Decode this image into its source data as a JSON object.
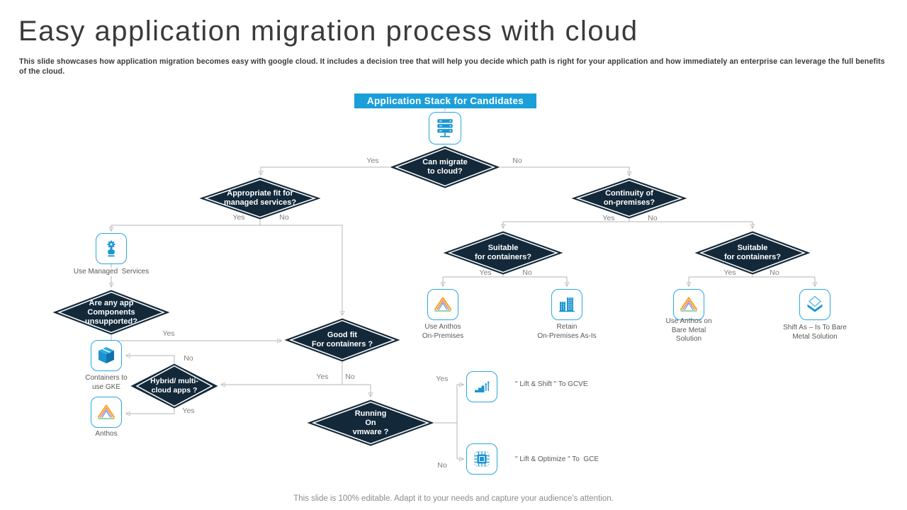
{
  "slide": {
    "title": "Easy application migration process with cloud",
    "description": "This slide showcases how application migration becomes easy with google cloud. It includes a decision tree that will help you  decide which path is right for your  application and how immediately an enterprise can leverage the full benefits of the cloud.",
    "banner_title": "Application Stack for Candidates",
    "footer": "This slide is 100% editable. Adapt it to your needs and capture your audience's attention."
  },
  "labels": {
    "yes": "Yes",
    "no": "No"
  },
  "decisions": {
    "can_migrate": "Can migrate\nto cloud?",
    "appropriate_fit": "Appropriate fit for\nmanaged services?",
    "continuity": "Continuity of\non-premises?",
    "suitable_left": "Suitable\nfor containers?",
    "suitable_right": "Suitable\nfor containers?",
    "any_unsupported": "Are any app\nComponents\nunsupported?",
    "good_fit": "Good fit\nFor containers ?",
    "hybrid": "Hybrid/ multi-\ncloud apps ?",
    "running_vmware": "Running\nOn\nvmware ?"
  },
  "outcomes": {
    "use_managed": "Use Managed  Services",
    "containers_gke": "Containers to\nuse GKE",
    "anthos": "Anthos",
    "use_anthos_onprem": "Use Anthos\nOn-Premises",
    "retain_onprem": "Retain\nOn-Premises As-Is",
    "anthos_bare_metal": "Use Anthos on\nBare Metal\nSolution",
    "shift_bare_metal": "Shift As – Is To Bare\nMetal Solution",
    "lift_shift": "\" Lift & Shift \" To GCVE",
    "lift_optimize": "\" Lift & Optimize \" To  GCE"
  },
  "icons": {
    "server": "server-rack",
    "managed_services": "gear-with-hand",
    "containers": "package-box",
    "anthos": "layered-triangle",
    "retain": "buildings",
    "bare_metal_shift": "diamond-over-chevron",
    "lift_shift": "rising-bars-arrows",
    "lift_optimize": "cpu-chip"
  },
  "colors": {
    "accent_blue": "#1b9fd9",
    "icon_blue": "#1b95d2",
    "diamond_fill": "#13293a",
    "connector_gray": "#b5b5b5",
    "label_gray": "#7f7f7f",
    "caption_gray": "#595959"
  }
}
